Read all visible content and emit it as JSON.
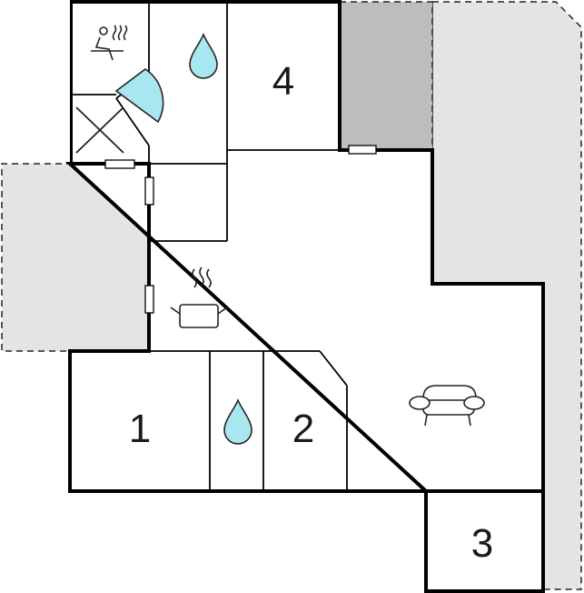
{
  "floorplan": {
    "rooms": [
      {
        "key": "room-1",
        "label": "1"
      },
      {
        "key": "room-2",
        "label": "2"
      },
      {
        "key": "room-3",
        "label": "3"
      },
      {
        "key": "room-4",
        "label": "4"
      }
    ],
    "icons": [
      "sauna-icon",
      "water-drop-icon",
      "shower-fan-icon",
      "cross-mark-icon",
      "cooking-pot-icon",
      "sofa-icon"
    ],
    "colors": {
      "wall": "#000000",
      "terrace": "#e4e4e4",
      "covered_area": "#bdbdbd",
      "water": "#a8e6f0",
      "room": "#ffffff"
    }
  }
}
